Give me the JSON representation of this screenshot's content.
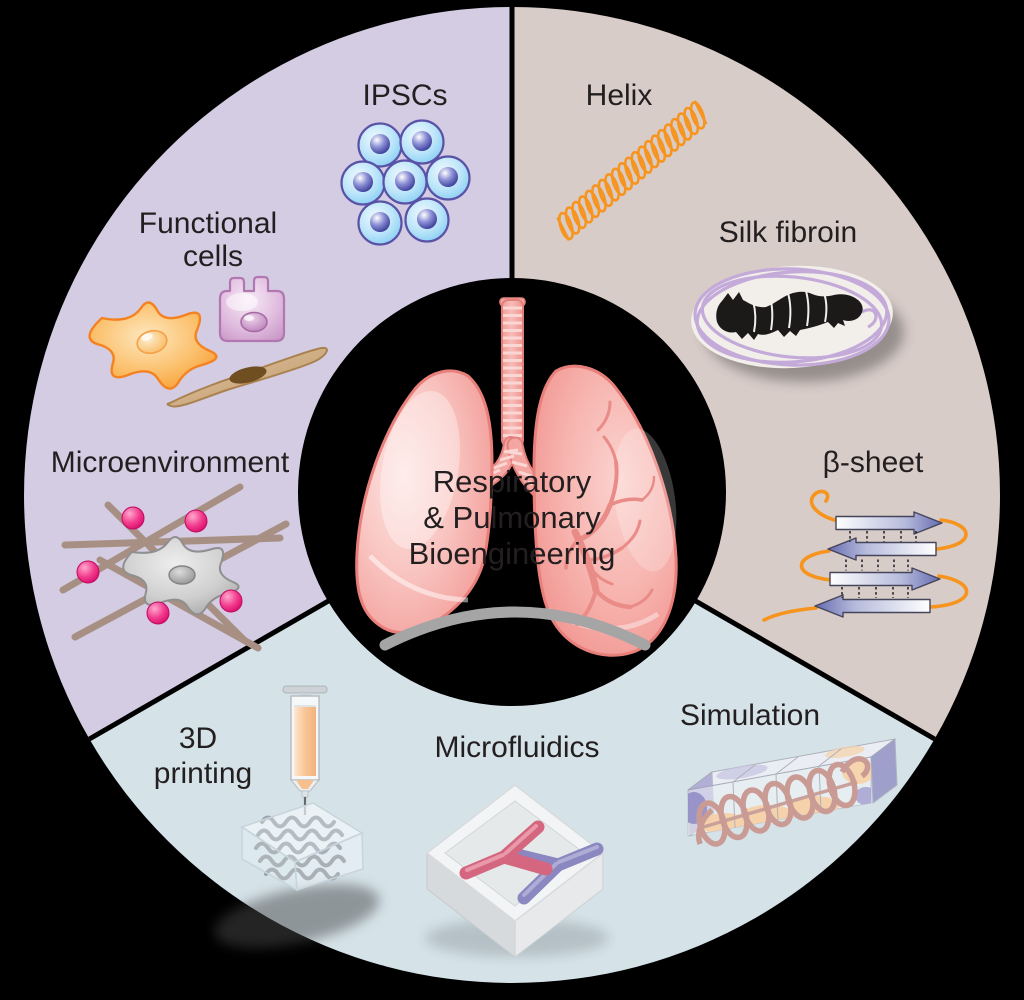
{
  "title": {
    "line1": "Respiratory",
    "line2": "& Pulmonary",
    "line3": "Bioengineering"
  },
  "sectors": {
    "cell_engineering": {
      "color": "#d3cce2",
      "ipscs_label": "IPSCs",
      "functional_cells_line1": "Functional",
      "functional_cells_line2": "cells",
      "microenvironment_label": "Microenvironment"
    },
    "silk_materials": {
      "color": "#d8ccc8",
      "helix_label": "Helix",
      "silk_fibroin_label": "Silk fibroin",
      "beta_sheet_label": "β-sheet"
    },
    "fabrication": {
      "color": "#d5e3e9",
      "printing_line1": "3D",
      "printing_line2": "printing",
      "microfluidics_label": "Microfluidics",
      "simulation_label": "Simulation"
    }
  },
  "colors": {
    "background": "#000000",
    "label_text": "#231f20",
    "helix_orange": "#f7941d",
    "beta_arrow_navy": "#2b3990",
    "ecm_sphere_pink": "#ec1e79",
    "channel_pink": "#d4677f",
    "channel_purple": "#8b87c0",
    "lung_pink": "#f5a29d"
  }
}
